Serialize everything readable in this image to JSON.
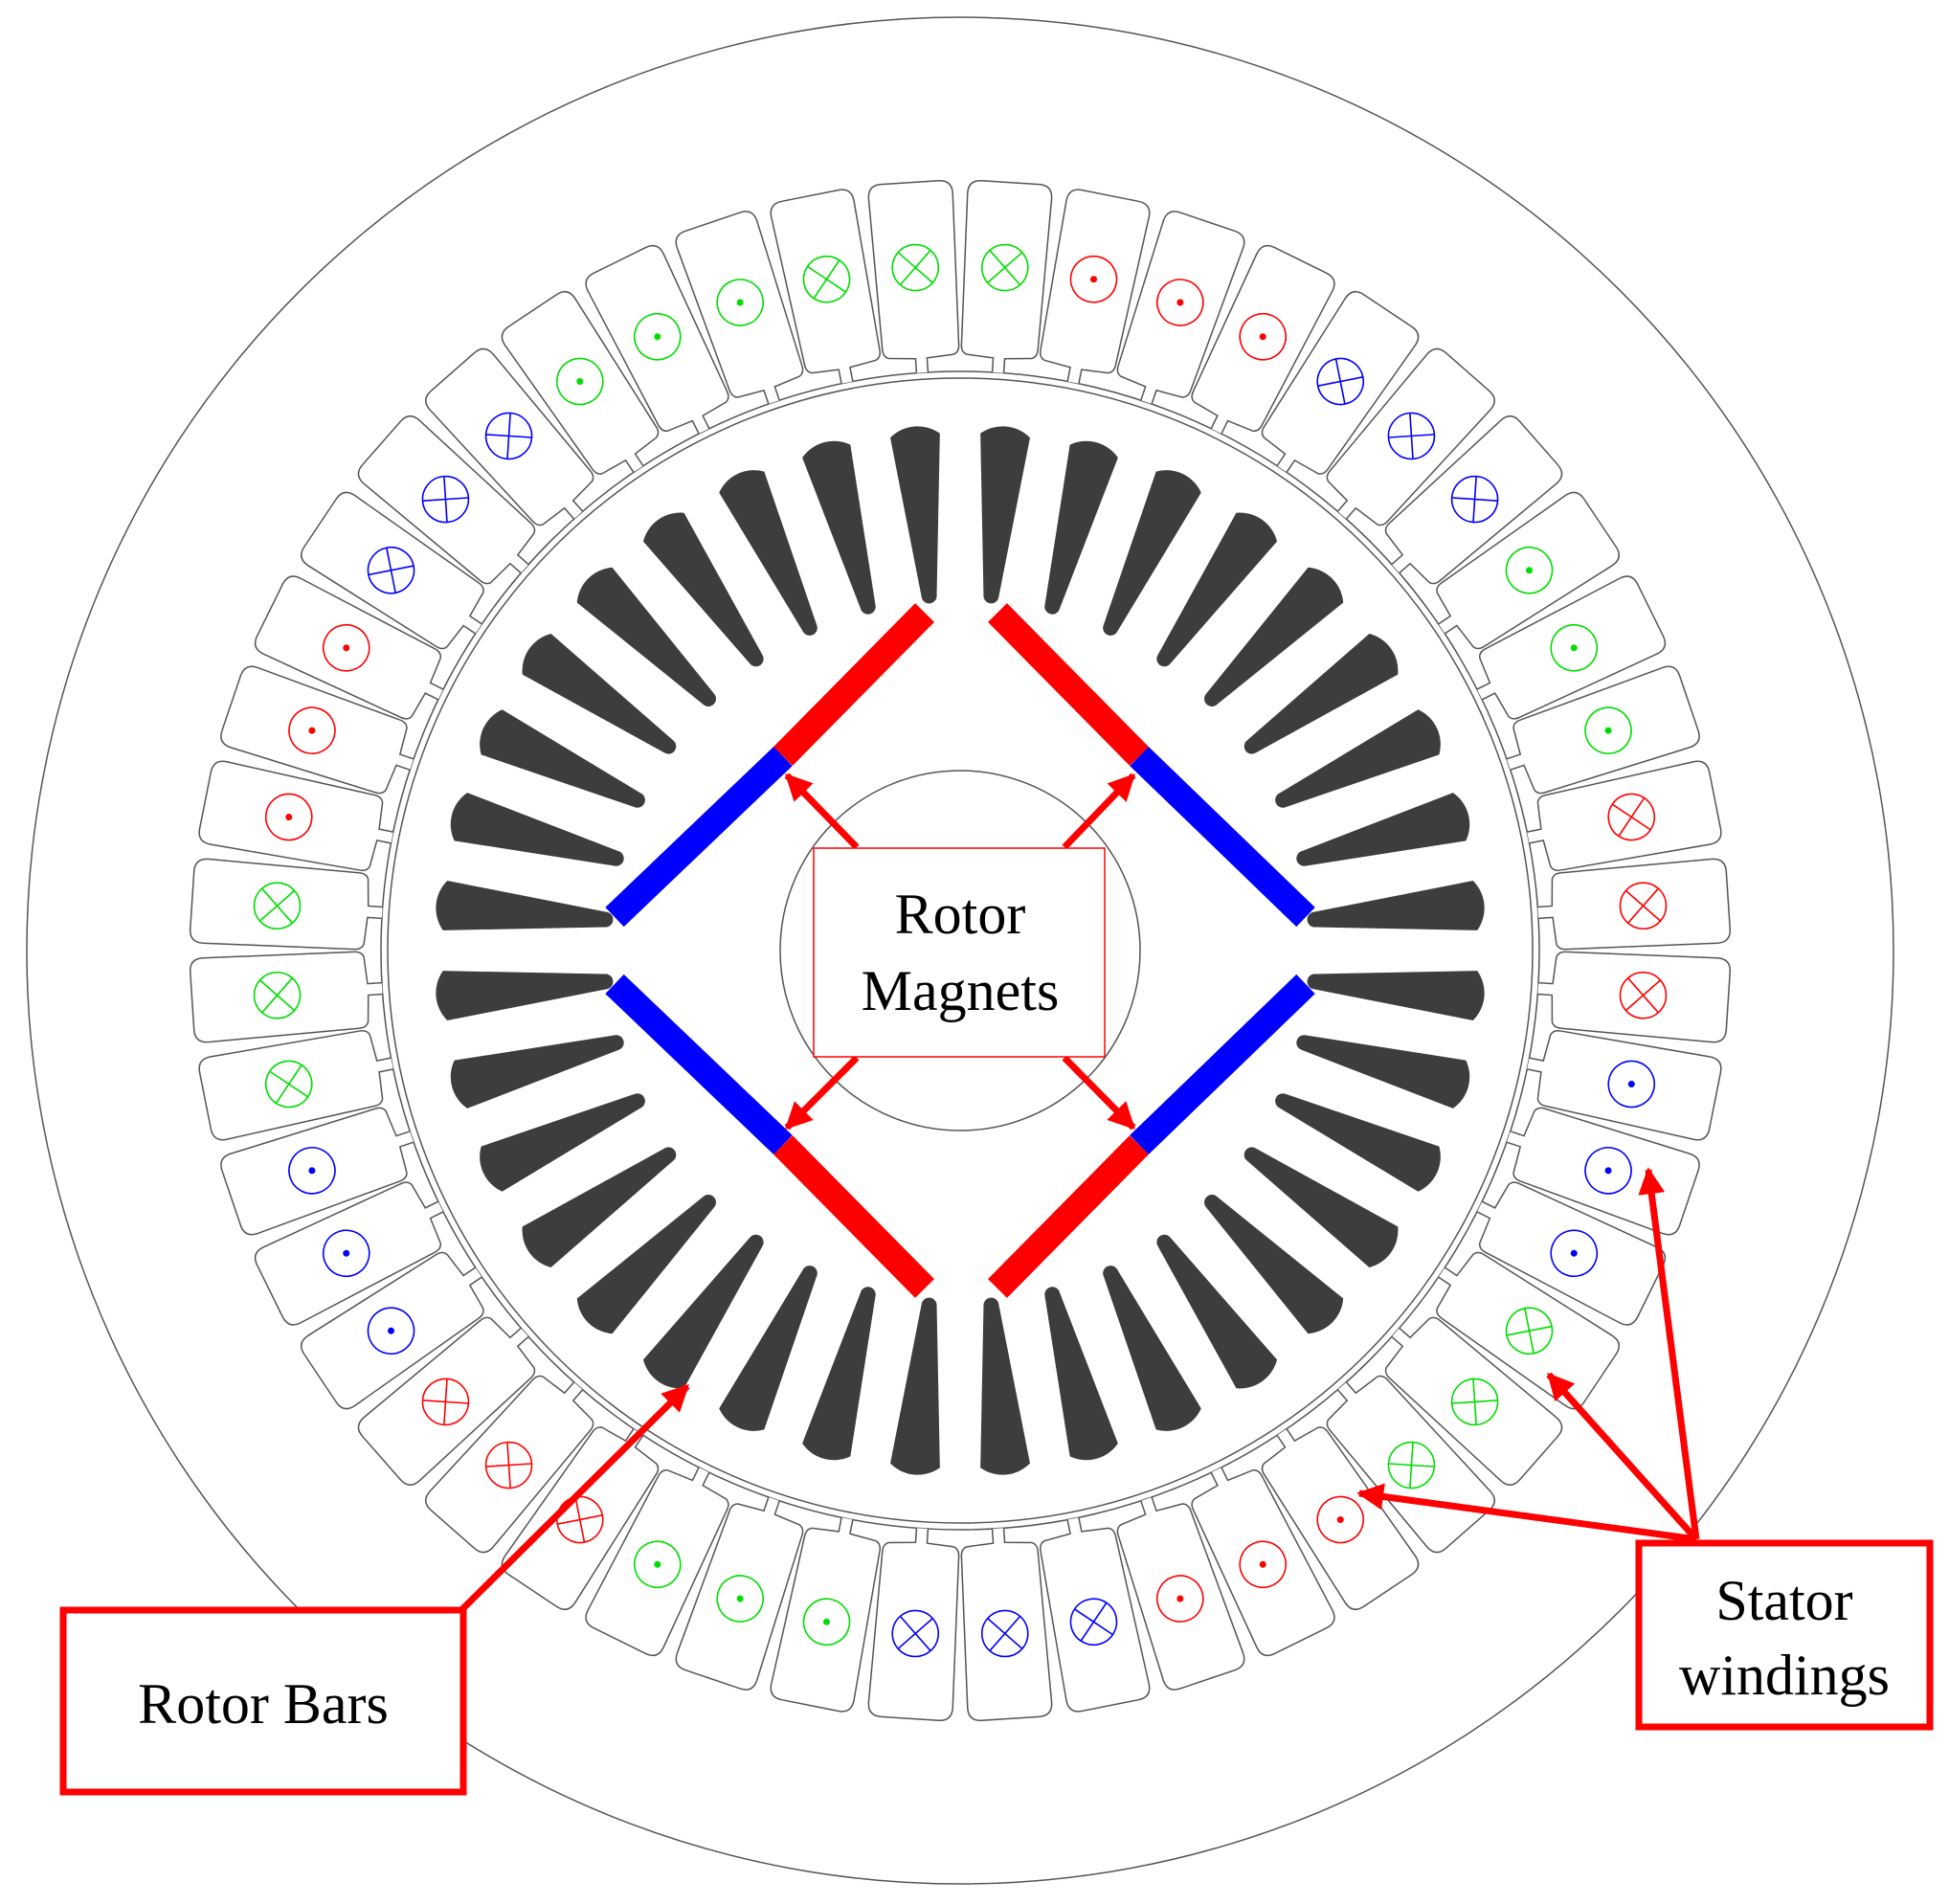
{
  "labels": {
    "rotor_magnets_line1": "Rotor",
    "rotor_magnets_line2": "Magnets",
    "rotor_bars": "Rotor Bars",
    "stator_windings_line1": "Stator",
    "stator_windings_line2": "windings"
  },
  "colors": {
    "phase_a": "#ff0000",
    "phase_b": "#0000ff",
    "phase_c": "#00dd00",
    "rotor_bar": "#3d3d3d",
    "outline": "#555555",
    "annotation": "#ff0000"
  },
  "stator": {
    "slot_count": 48,
    "windings": [
      {
        "phase": "c",
        "dir": "in"
      },
      {
        "phase": "c",
        "dir": "in"
      },
      {
        "phase": "a",
        "dir": "out"
      },
      {
        "phase": "a",
        "dir": "out"
      },
      {
        "phase": "a",
        "dir": "out"
      },
      {
        "phase": "b",
        "dir": "in"
      },
      {
        "phase": "b",
        "dir": "in"
      },
      {
        "phase": "b",
        "dir": "in"
      },
      {
        "phase": "c",
        "dir": "out"
      },
      {
        "phase": "c",
        "dir": "out"
      },
      {
        "phase": "c",
        "dir": "out"
      },
      {
        "phase": "a",
        "dir": "in"
      },
      {
        "phase": "a",
        "dir": "in"
      },
      {
        "phase": "a",
        "dir": "in"
      },
      {
        "phase": "b",
        "dir": "out"
      },
      {
        "phase": "b",
        "dir": "out"
      },
      {
        "phase": "b",
        "dir": "out"
      },
      {
        "phase": "c",
        "dir": "in"
      },
      {
        "phase": "c",
        "dir": "in"
      },
      {
        "phase": "c",
        "dir": "in"
      },
      {
        "phase": "a",
        "dir": "out"
      },
      {
        "phase": "a",
        "dir": "out"
      },
      {
        "phase": "a",
        "dir": "out"
      },
      {
        "phase": "b",
        "dir": "in"
      },
      {
        "phase": "b",
        "dir": "in"
      },
      {
        "phase": "b",
        "dir": "in"
      },
      {
        "phase": "c",
        "dir": "out"
      },
      {
        "phase": "c",
        "dir": "out"
      },
      {
        "phase": "c",
        "dir": "out"
      },
      {
        "phase": "a",
        "dir": "in"
      },
      {
        "phase": "a",
        "dir": "in"
      },
      {
        "phase": "a",
        "dir": "in"
      },
      {
        "phase": "b",
        "dir": "out"
      },
      {
        "phase": "b",
        "dir": "out"
      },
      {
        "phase": "b",
        "dir": "out"
      },
      {
        "phase": "c",
        "dir": "in"
      },
      {
        "phase": "c",
        "dir": "in"
      },
      {
        "phase": "c",
        "dir": "in"
      },
      {
        "phase": "a",
        "dir": "out"
      },
      {
        "phase": "a",
        "dir": "out"
      },
      {
        "phase": "a",
        "dir": "out"
      },
      {
        "phase": "b",
        "dir": "in"
      },
      {
        "phase": "b",
        "dir": "in"
      },
      {
        "phase": "b",
        "dir": "in"
      },
      {
        "phase": "c",
        "dir": "out"
      },
      {
        "phase": "c",
        "dir": "out"
      },
      {
        "phase": "c",
        "dir": "out"
      },
      {
        "phase": "c",
        "dir": "in"
      }
    ]
  },
  "rotor": {
    "bar_count": 36,
    "magnets": [
      {
        "quadrant": "upper-left",
        "inner_color": "blue",
        "outer_color": "red"
      },
      {
        "quadrant": "upper-right",
        "inner_color": "blue",
        "outer_color": "red"
      },
      {
        "quadrant": "lower-left",
        "inner_color": "blue",
        "outer_color": "red"
      },
      {
        "quadrant": "lower-right",
        "inner_color": "blue",
        "outer_color": "red"
      }
    ]
  }
}
